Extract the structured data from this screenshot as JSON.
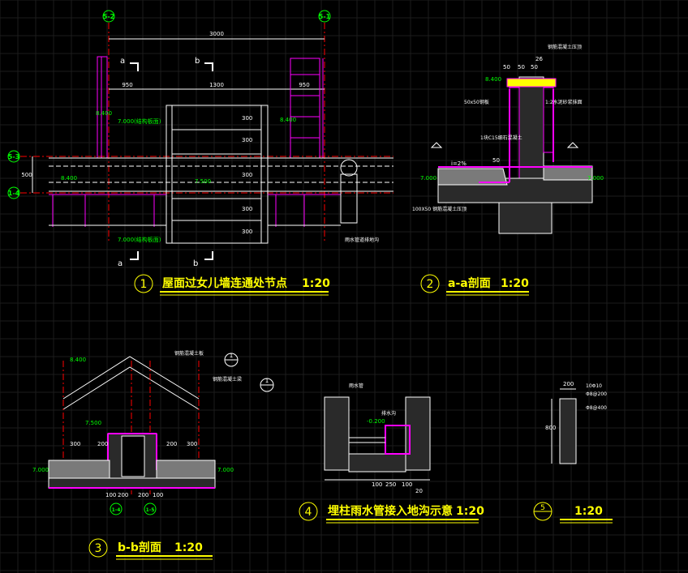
{
  "colors": {
    "background": "#000000",
    "grid": "#1a1a1a",
    "title": "#ffff00",
    "level": "#00ff00",
    "wall": "#ff00ff",
    "axis_line": "#ff0000",
    "white": "#ffffff"
  },
  "details": [
    {
      "num": "1",
      "title": "屋面过女儿墙连通处节点",
      "scale": "1:20"
    },
    {
      "num": "2",
      "title": "a-a剖面",
      "scale": "1:20"
    },
    {
      "num": "3",
      "title": "b-b剖面",
      "scale": "1:20"
    },
    {
      "num": "4",
      "title": "埋柱雨水管接入地沟示意",
      "scale": "1:20"
    },
    {
      "num": "5",
      "title": "",
      "scale": "1:20"
    }
  ],
  "plan": {
    "axes_top": [
      "5-2",
      "5-1"
    ],
    "axes_left": [
      "5-3",
      "1-4"
    ],
    "dim_total": "3000",
    "dims_segments": [
      "950",
      "1300",
      "950"
    ],
    "dim_left": "500",
    "section_marks": [
      "a",
      "b",
      "a",
      "b"
    ],
    "levels": [
      "8.400",
      "7.000(结构板面)",
      "8.400",
      "7.500",
      "8.400",
      "7.000(结构板面)"
    ],
    "stair_dims": [
      "300",
      "300",
      "300",
      "300",
      "300"
    ],
    "note": "雨水管道排地沟"
  },
  "section_a": {
    "levels": [
      "8.400",
      "7.000",
      "7.000"
    ],
    "dims": [
      "50",
      "50",
      "50",
      "50",
      "26"
    ],
    "notes": [
      "50x50钢板",
      "钢筋混凝土压顶",
      "1块C15细石混凝土",
      "1:2水泥砂浆抹面",
      "100X50 钢筋混凝土压顶"
    ],
    "slope": "i=2%"
  },
  "section_b": {
    "levels": [
      "8.400",
      "7.500",
      "7.000",
      "7.000"
    ],
    "dims": [
      "300",
      "200",
      "200",
      "300",
      "100",
      "200",
      "200",
      "100"
    ],
    "refs": [
      "1",
      "1"
    ],
    "axes": [
      "1-4",
      "1-5"
    ],
    "notes": [
      "钢筋混凝土板",
      "钢筋混凝土梁"
    ]
  },
  "section_4": {
    "levels": [
      "-0.200"
    ],
    "dims": [
      "100",
      "250",
      "100",
      "20"
    ],
    "notes": [
      "雨水管",
      "排水沟"
    ]
  },
  "section_5": {
    "dims": [
      "200",
      "800"
    ],
    "notes": [
      "10Φ10",
      "Φ8@200",
      "Φ8@400"
    ]
  }
}
